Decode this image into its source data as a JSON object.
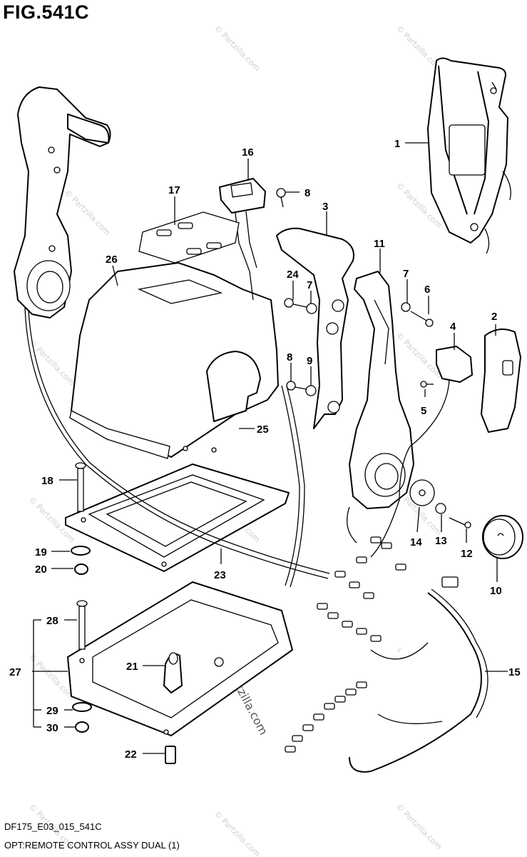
{
  "figure": {
    "title": "FIG.541C",
    "code": "DF175_E03_015_541C",
    "caption": "OPT:REMOTE CONTROL ASSY DUAL (1)"
  },
  "watermark": "© Partzilla.com",
  "watermark_center": "Partzilla.com",
  "callouts": [
    "1",
    "2",
    "3",
    "4",
    "5",
    "6",
    "7",
    "7",
    "8",
    "8",
    "9",
    "10",
    "11",
    "12",
    "13",
    "14",
    "15",
    "16",
    "17",
    "18",
    "19",
    "20",
    "21",
    "22",
    "23",
    "24",
    "25",
    "26",
    "27",
    "28",
    "29",
    "30"
  ]
}
